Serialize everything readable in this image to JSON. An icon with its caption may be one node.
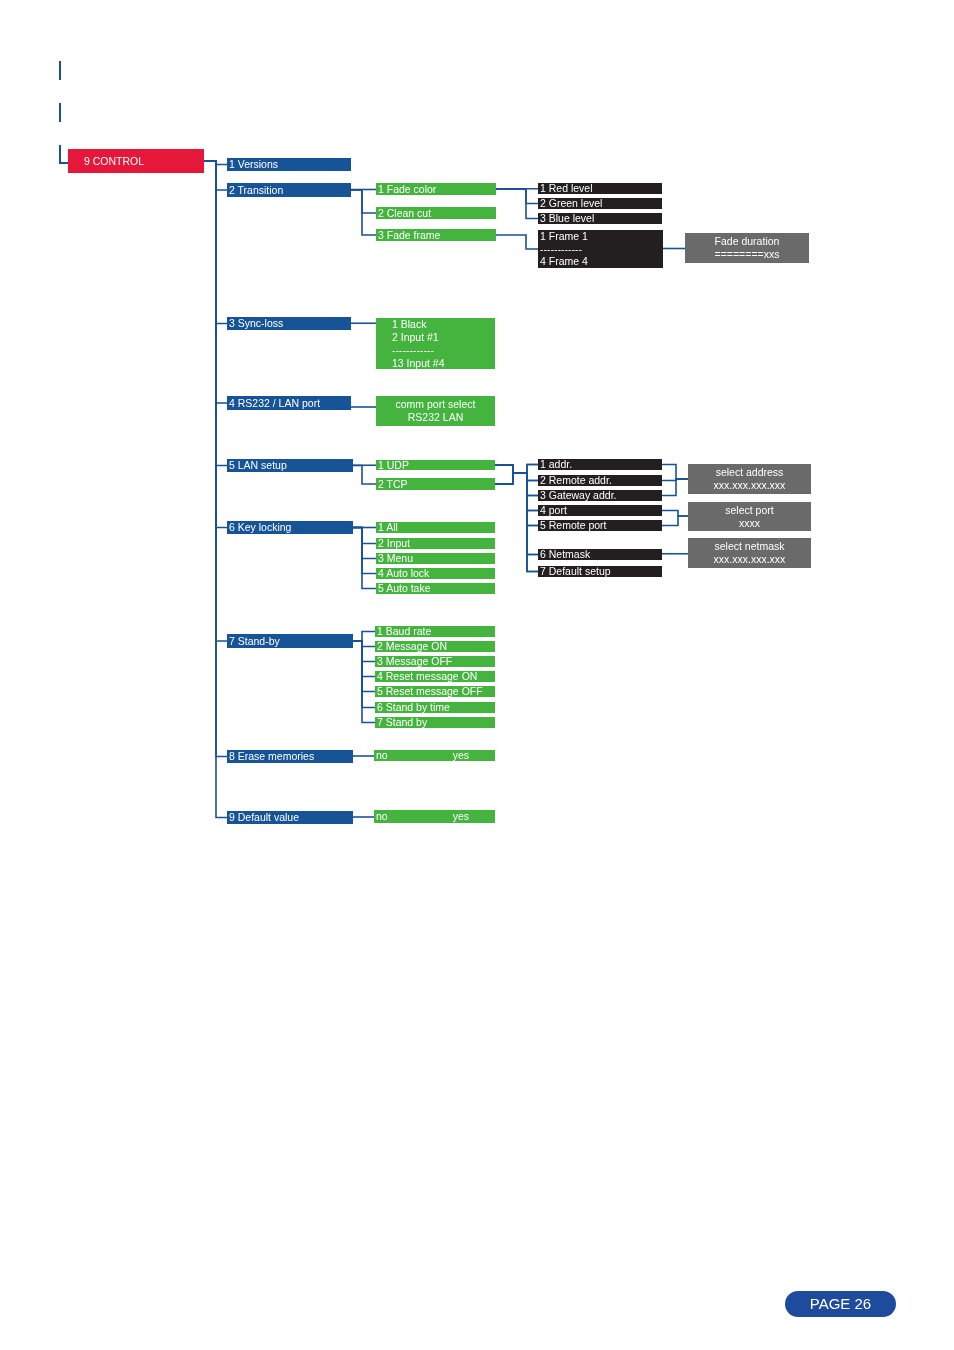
{
  "diagram": {
    "nodes": [
      {
        "text": [
          "9 CONTROL"
        ]
      },
      {
        "text": [
          "1 Versions"
        ]
      },
      {
        "text": [
          "2 Transition"
        ]
      },
      {
        "text": [
          "1 Fade color"
        ]
      },
      {
        "text": [
          "2 Clean cut"
        ]
      },
      {
        "text": [
          "3 Fade frame"
        ]
      },
      {
        "text": [
          "1 Red level"
        ]
      },
      {
        "text": [
          "2 Green level"
        ]
      },
      {
        "text": [
          "3 Blue level"
        ]
      },
      {
        "text": [
          "1 Frame 1",
          "------------",
          "4 Frame 4"
        ]
      },
      {
        "text": [
          "Fade duration",
          "========xxs"
        ]
      },
      {
        "text": [
          "3 Sync-loss"
        ]
      },
      {
        "text": [
          "1 Black",
          "2 Input #1",
          "------------",
          "13 Input #4"
        ]
      },
      {
        "text": [
          "4 RS232 / LAN port"
        ]
      },
      {
        "text": [
          "comm port select",
          "RS232 LAN"
        ]
      },
      {
        "text": [
          "5 LAN setup"
        ]
      },
      {
        "text": [
          "1 UDP"
        ]
      },
      {
        "text": [
          "2 TCP"
        ]
      },
      {
        "text": [
          "1 addr."
        ]
      },
      {
        "text": [
          "2 Remote addr."
        ]
      },
      {
        "text": [
          "3 Gateway addr."
        ]
      },
      {
        "text": [
          "4 port"
        ]
      },
      {
        "text": [
          "5 Remote port"
        ]
      },
      {
        "text": [
          "6 Netmask"
        ]
      },
      {
        "text": [
          "7 Default setup"
        ]
      },
      {
        "text": [
          "select address",
          "xxx.xxx.xxx.xxx"
        ]
      },
      {
        "text": [
          "select port",
          "xxxx"
        ]
      },
      {
        "text": [
          "select netmask",
          "xxx.xxx.xxx.xxx"
        ]
      },
      {
        "text": [
          "6 Key locking"
        ]
      },
      {
        "text": [
          "1 All"
        ]
      },
      {
        "text": [
          "2 Input"
        ]
      },
      {
        "text": [
          "3 Menu"
        ]
      },
      {
        "text": [
          "4 Auto lock"
        ]
      },
      {
        "text": [
          "5 Auto take"
        ]
      },
      {
        "text": [
          "7 Stand-by"
        ]
      },
      {
        "text": [
          "1 Baud rate"
        ]
      },
      {
        "text": [
          "2 Message ON"
        ]
      },
      {
        "text": [
          "3 Message OFF"
        ]
      },
      {
        "text": [
          "4 Reset message ON"
        ]
      },
      {
        "text": [
          "5 Reset message OFF"
        ]
      },
      {
        "text": [
          "6 Stand by time"
        ]
      },
      {
        "text": [
          "7 Stand by"
        ]
      },
      {
        "text": [
          "8 Erase memories"
        ]
      },
      {
        "text": [
          "no",
          "yes"
        ]
      },
      {
        "text": [
          "9 Default value"
        ]
      },
      {
        "text": [
          "no",
          "yes"
        ]
      }
    ],
    "edges": [
      {
        "from": 0,
        "to": 1,
        "arrow": "none"
      },
      {
        "from": 0,
        "to": 2,
        "arrow": "none"
      },
      {
        "from": 2,
        "to": 3,
        "arrow": "none"
      },
      {
        "from": 2,
        "to": 4,
        "arrow": "none"
      },
      {
        "from": 2,
        "to": 5,
        "arrow": "none"
      },
      {
        "from": 3,
        "to": 6,
        "arrow": "none"
      },
      {
        "from": 3,
        "to": 7,
        "arrow": "none"
      },
      {
        "from": 3,
        "to": 8,
        "arrow": "none"
      },
      {
        "from": 5,
        "to": 9,
        "arrow": "none"
      },
      {
        "from": 9,
        "to": 10,
        "arrow": "none"
      },
      {
        "from": 0,
        "to": 11,
        "arrow": "none"
      },
      {
        "from": 11,
        "to": 12,
        "arrow": "none"
      },
      {
        "from": 0,
        "to": 13,
        "arrow": "none"
      },
      {
        "from": 13,
        "to": 14,
        "arrow": "none"
      },
      {
        "from": 0,
        "to": 15,
        "arrow": "none"
      },
      {
        "from": 15,
        "to": 16,
        "arrow": "none"
      },
      {
        "from": 15,
        "to": 17,
        "arrow": "none"
      },
      {
        "from": 16,
        "to": 18,
        "arrow": "none"
      },
      {
        "from": 16,
        "to": 19,
        "arrow": "none"
      },
      {
        "from": 16,
        "to": 20,
        "arrow": "none"
      },
      {
        "from": 16,
        "to": 21,
        "arrow": "none"
      },
      {
        "from": 16,
        "to": 22,
        "arrow": "none"
      },
      {
        "from": 16,
        "to": 23,
        "arrow": "none"
      },
      {
        "from": 16,
        "to": 24,
        "arrow": "none"
      },
      {
        "from": 17,
        "to": 18,
        "arrow": "none"
      },
      {
        "from": 17,
        "to": 19,
        "arrow": "none"
      },
      {
        "from": 17,
        "to": 20,
        "arrow": "none"
      },
      {
        "from": 17,
        "to": 21,
        "arrow": "none"
      },
      {
        "from": 17,
        "to": 22,
        "arrow": "none"
      },
      {
        "from": 17,
        "to": 23,
        "arrow": "none"
      },
      {
        "from": 17,
        "to": 24,
        "arrow": "none"
      },
      {
        "from": 18,
        "to": 25,
        "arrow": "none"
      },
      {
        "from": 19,
        "to": 25,
        "arrow": "none"
      },
      {
        "from": 20,
        "to": 25,
        "arrow": "none"
      },
      {
        "from": 21,
        "to": 26,
        "arrow": "none"
      },
      {
        "from": 22,
        "to": 26,
        "arrow": "none"
      },
      {
        "from": 23,
        "to": 27,
        "arrow": "none"
      },
      {
        "from": 0,
        "to": 28,
        "arrow": "none"
      },
      {
        "from": 28,
        "to": 29,
        "arrow": "none"
      },
      {
        "from": 28,
        "to": 30,
        "arrow": "none"
      },
      {
        "from": 28,
        "to": 31,
        "arrow": "none"
      },
      {
        "from": 28,
        "to": 32,
        "arrow": "none"
      },
      {
        "from": 28,
        "to": 33,
        "arrow": "none"
      },
      {
        "from": 0,
        "to": 34,
        "arrow": "none"
      },
      {
        "from": 34,
        "to": 35,
        "arrow": "none"
      },
      {
        "from": 34,
        "to": 36,
        "arrow": "none"
      },
      {
        "from": 34,
        "to": 37,
        "arrow": "none"
      },
      {
        "from": 34,
        "to": 38,
        "arrow": "none"
      },
      {
        "from": 34,
        "to": 39,
        "arrow": "none"
      },
      {
        "from": 34,
        "to": 40,
        "arrow": "none"
      },
      {
        "from": 34,
        "to": 41,
        "arrow": "none"
      },
      {
        "from": 0,
        "to": 42,
        "arrow": "none"
      },
      {
        "from": 42,
        "to": 43,
        "arrow": "none"
      },
      {
        "from": 0,
        "to": 44,
        "arrow": "none"
      },
      {
        "from": 44,
        "to": 45,
        "arrow": "none"
      }
    ],
    "labels": [
      "PAGE 26"
    ]
  }
}
